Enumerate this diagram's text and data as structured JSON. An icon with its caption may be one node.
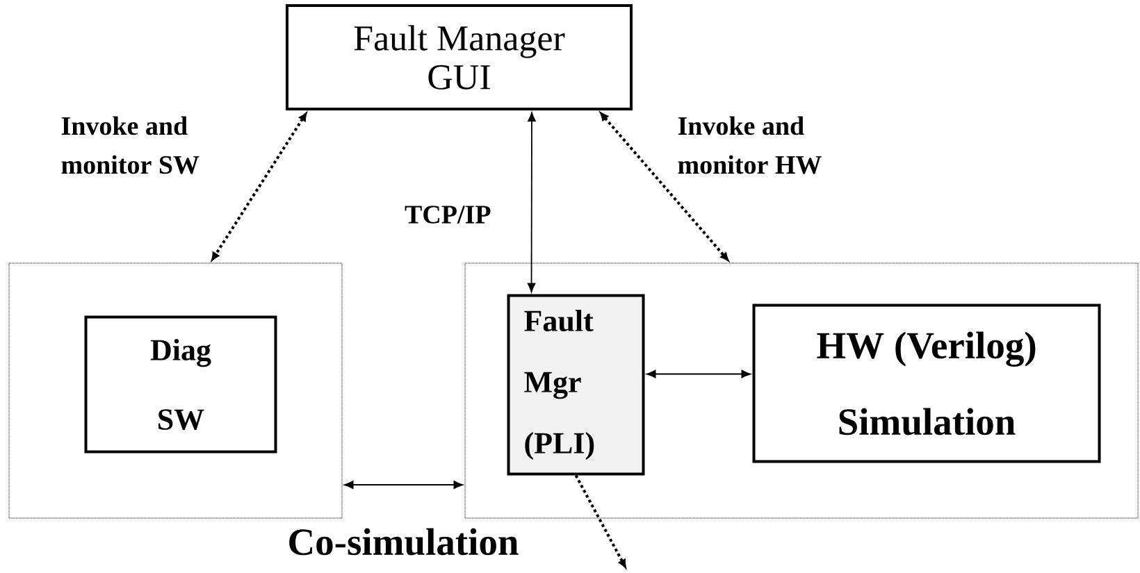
{
  "diagram": {
    "nodes": [
      {
        "text": [
          "Fault Manager GUI"
        ]
      },
      {
        "text": [],
        "shape": "box"
      },
      {
        "text": [
          "Diag SW"
        ],
        "in": 1
      },
      {
        "text": [],
        "shape": "box"
      },
      {
        "text": [
          "Fault Mgr (PLI)"
        ],
        "in": 3
      },
      {
        "text": [
          "HW (Verilog) Simulation"
        ],
        "in": 3
      }
    ],
    "edges": [
      {
        "from": 0,
        "to": 1,
        "arrow": "both",
        "label": "Invoke and monitor SW",
        "style": "dashed"
      },
      {
        "from": 0,
        "to": 4,
        "arrow": "both",
        "label": "TCP/IP"
      },
      {
        "from": 0,
        "to": 3,
        "arrow": "both",
        "label": "Invoke and monitor HW",
        "style": "dashed"
      },
      {
        "from": 4,
        "to": 5,
        "arrow": "both"
      },
      {
        "from": 1,
        "to": 3,
        "arrow": "both"
      },
      {
        "from": 4,
        "to": null,
        "arrow": "to",
        "style": "dashed"
      }
    ],
    "labels": [
      "Co-simulation"
    ]
  }
}
